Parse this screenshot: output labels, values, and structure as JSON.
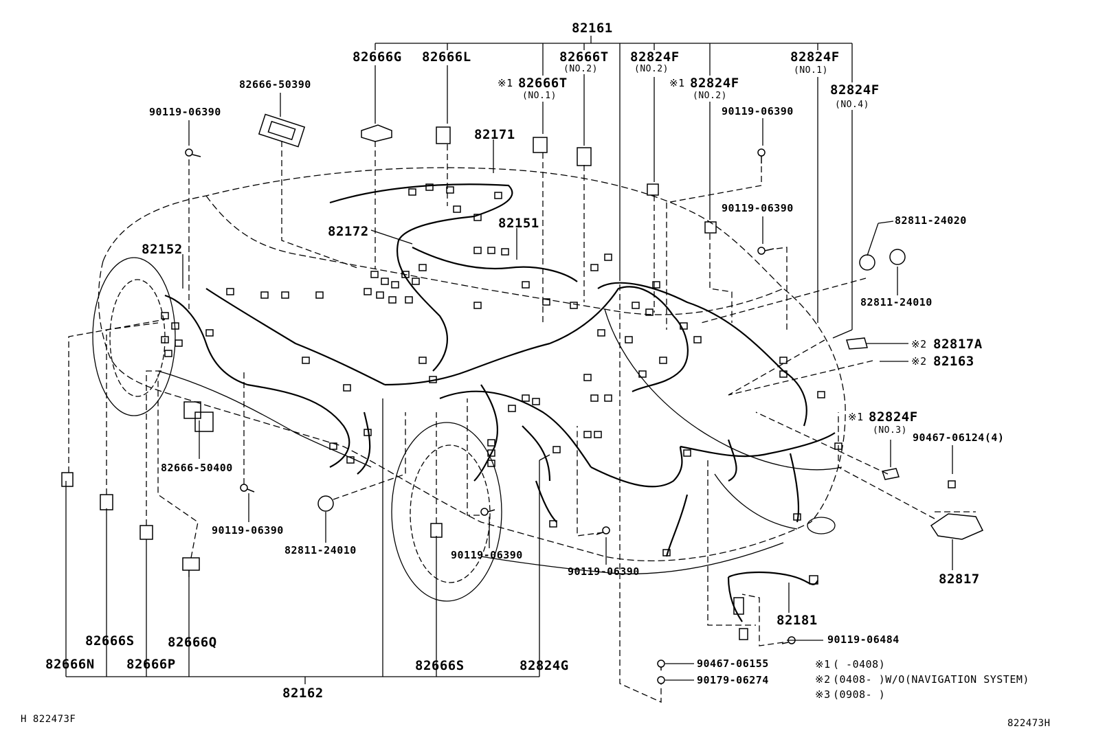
{
  "labels": {
    "p82161": "82161",
    "p82666G": "82666G",
    "p82666L": "82666L",
    "p82666T_no2": "82666T",
    "no2_a": "(NO.2)",
    "p82824F_no2a": "82824F",
    "no2_b": "(NO.2)",
    "p82824F_no1": "82824F",
    "no1_a": "(NO.1)",
    "p82666_50390": "82666-50390",
    "mark1_82666T": "※1",
    "p82666T_no1": "82666T",
    "no1_b": "(NO.1)",
    "mark1_82824F": "※1",
    "p82824F_no2b": "82824F",
    "no2_c": "(NO.2)",
    "p82824F_no4": "82824F",
    "no4": "(NO.4)",
    "bolt_a": "90119-06390",
    "bolt_b": "90119-06390",
    "p82171": "82171",
    "bolt_c": "90119-06390",
    "p82172": "82172",
    "p82151": "82151",
    "p82811_24020": "82811-24020",
    "p82152": "82152",
    "p82811_24010_r": "82811-24010",
    "mark2_82817A": "※2",
    "p82817A": "82817A",
    "mark2_82163": "※2",
    "p82163": "82163",
    "mark1_82824F_no3": "※1",
    "p82824F_no3": "82824F",
    "no3": "(NO.3)",
    "p90467_06124": "90467-06124(4)",
    "p82666_50400": "82666-50400",
    "bolt_d": "90119-06390",
    "p82811_24010_l": "82811-24010",
    "bolt_e": "90119-06390",
    "bolt_f": "90119-06390",
    "p82817": "82817",
    "p82181": "82181",
    "p90119_06484": "90119-06484",
    "p82666S_l": "82666S",
    "p82666Q": "82666Q",
    "p82666N": "82666N",
    "p82666P": "82666P",
    "p82666S_m": "82666S",
    "p82824G": "82824G",
    "p82162": "82162",
    "p90467_06155": "90467-06155",
    "p90179_06274": "90179-06274"
  },
  "notes": {
    "n1_mark": "※1",
    "n1_text": "(     -0408)",
    "n2_mark": "※2",
    "n2_text": "(0408-     )W/O(NAVIGATION SYSTEM)",
    "n3_mark": "※3",
    "n3_text": "(0908-     )"
  },
  "footer": {
    "left_code": "H 822473F",
    "right_code": "822473H"
  },
  "colors": {
    "ink": "#000000",
    "paper": "#ffffff"
  }
}
